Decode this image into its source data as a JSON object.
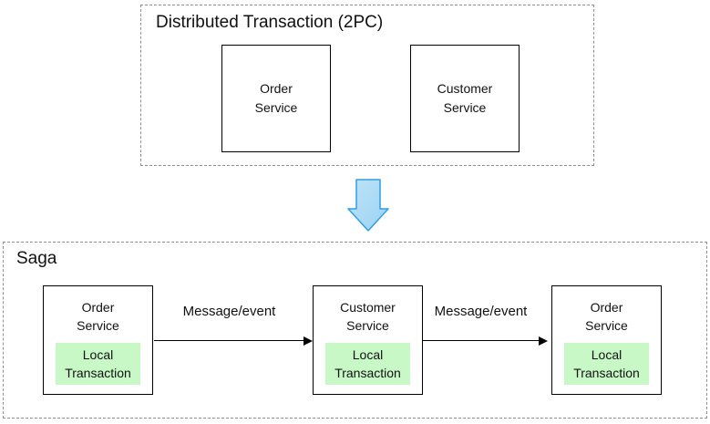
{
  "top_section": {
    "title": "Distributed Transaction (2PC)",
    "services": [
      {
        "label": "Order\nService"
      },
      {
        "label": "Customer\nService"
      }
    ]
  },
  "transform_arrow": {
    "direction": "down"
  },
  "saga_section": {
    "title": "Saga",
    "steps": [
      {
        "service": "Order\nService",
        "local_transaction": "Local\nTransaction"
      },
      {
        "service": "Customer\nService",
        "local_transaction": "Local\nTransaction"
      },
      {
        "service": "Order\nService",
        "local_transaction": "Local\nTransaction"
      }
    ],
    "arrows": [
      {
        "label": "Message/event"
      },
      {
        "label": "Message/event"
      }
    ]
  },
  "colors": {
    "background": "#ffffff",
    "container_border": "#8f8f8f",
    "node_border": "#000000",
    "local_transaction_fill": "#c9f8c7",
    "down_arrow_fill_light": "#bfe4f9",
    "down_arrow_fill_dark": "#9bd2f1",
    "down_arrow_stroke": "#2f9fe0",
    "arrow_color": "#000000"
  }
}
